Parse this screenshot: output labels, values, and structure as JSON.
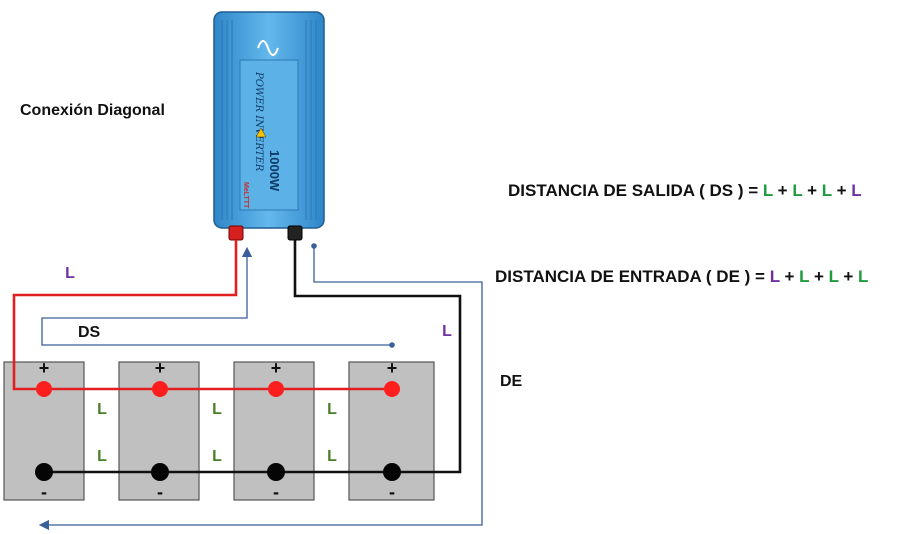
{
  "title": "Conexión Diagonal",
  "equations": {
    "ds": {
      "prefix": "DISTANCIA DE SALIDA ( DS ) = ",
      "terms": [
        {
          "text": "L",
          "color": "#1e9b3c"
        },
        {
          "text": "L",
          "color": "#1e9b3c"
        },
        {
          "text": "L",
          "color": "#1e9b3c"
        },
        {
          "text": "L",
          "color": "#7030a0"
        }
      ]
    },
    "de": {
      "prefix": "DISTANCIA DE ENTRADA ( DE ) = ",
      "terms": [
        {
          "text": "L",
          "color": "#7030a0"
        },
        {
          "text": "L",
          "color": "#1e9b3c"
        },
        {
          "text": "L",
          "color": "#1e9b3c"
        },
        {
          "text": "L",
          "color": "#1e9b3c"
        }
      ]
    },
    "plus": " + "
  },
  "labels": {
    "ds": "DS",
    "de": "DE",
    "l_top": "L",
    "l_right": "L",
    "l_between": "L",
    "plus_sign": "+",
    "minus_sign": "-"
  },
  "inverter": {
    "brand": "MeLTTT",
    "name": "POWER INVERTER",
    "rating": "1000W"
  },
  "colors": {
    "positive_wire": "#e02020",
    "negative_wire": "#111111",
    "measure_line": "#3a5f9a",
    "battery_fill": "#c0c0c0",
    "battery_border": "#555555",
    "inverter_blue": "#4aa3df",
    "l_green": "#4a7f2a",
    "l_purple": "#7030a0"
  },
  "batteries": [
    {
      "id": "battery-1"
    },
    {
      "id": "battery-2"
    },
    {
      "id": "battery-3"
    },
    {
      "id": "battery-4"
    }
  ]
}
